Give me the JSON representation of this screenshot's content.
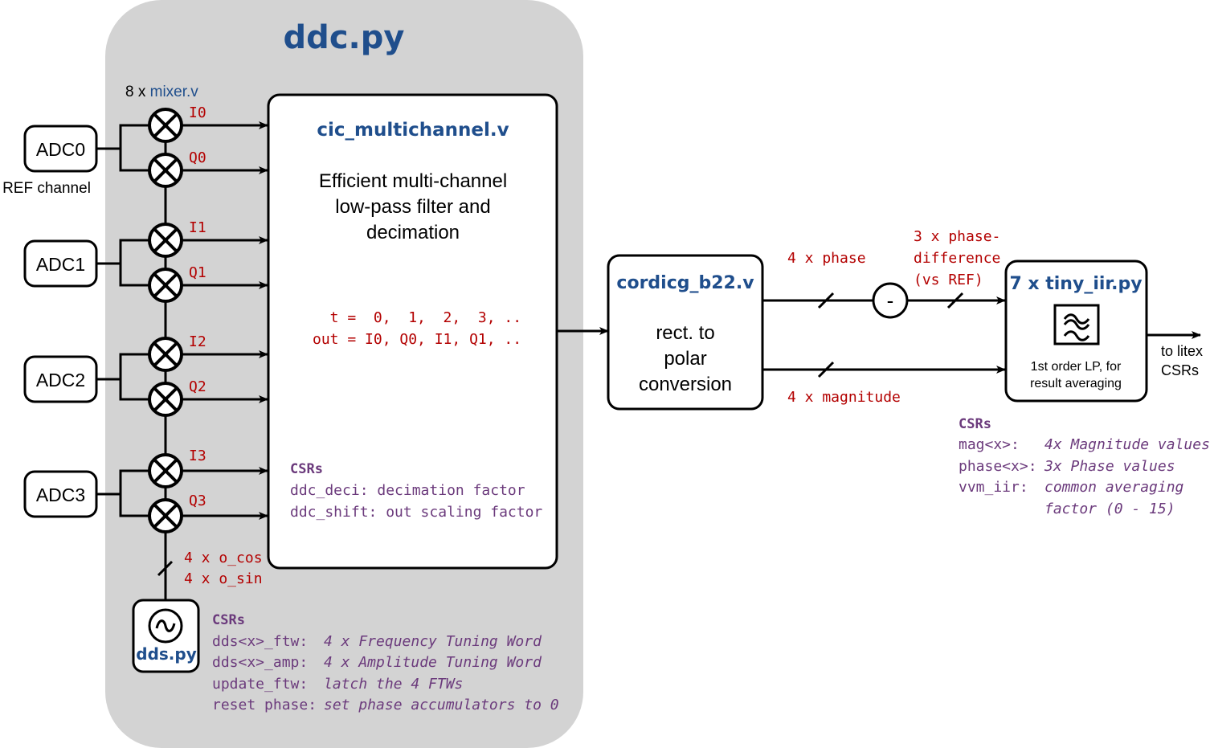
{
  "ddc": {
    "title": "ddc.py",
    "mixer_prefix": "8 x ",
    "mixer_name": "mixer.v"
  },
  "adcs": [
    {
      "label": "ADC0",
      "sub": "REF channel",
      "i": "I0",
      "q": "Q0"
    },
    {
      "label": "ADC1",
      "sub": "",
      "i": "I1",
      "q": "Q1"
    },
    {
      "label": "ADC2",
      "sub": "",
      "i": "I2",
      "q": "Q2"
    },
    {
      "label": "ADC3",
      "sub": "",
      "i": "I3",
      "q": "Q3"
    }
  ],
  "cic": {
    "title": "cic_multichannel.v",
    "desc": [
      "Efficient multi-channel",
      "low-pass filter and",
      "decimation"
    ],
    "code": [
      "  t =  0,  1,  2,  3, ..",
      "out = I0, Q0, I1, Q1, .."
    ],
    "csr_title": "CSRs",
    "csrs": [
      "ddc_deci: decimation factor",
      "ddc_shift: out scaling factor"
    ]
  },
  "dds": {
    "title": "dds.py",
    "bus_labels": [
      "4 x o_cos",
      "4 x o_sin"
    ],
    "csr_title": "CSRs",
    "csrs": [
      {
        "name": "dds<x>_ftw:",
        "desc": "4 x Frequency Tuning Word"
      },
      {
        "name": "dds<x>_amp:",
        "desc": "4 x Amplitude Tuning Word"
      },
      {
        "name": "update_ftw:",
        "desc": "latch the 4 FTWs"
      },
      {
        "name": "reset phase:",
        "desc": "set phase accumulators to 0"
      }
    ]
  },
  "cordic": {
    "title": "cordicg_b22.v",
    "desc": [
      "rect. to",
      "polar",
      "conversion"
    ]
  },
  "signals": {
    "phase": "4 x phase",
    "magnitude": "4 x magnitude",
    "subtract": "-",
    "phase_diff": [
      "3 x phase-",
      "difference",
      "(vs REF)"
    ]
  },
  "iir": {
    "title": "7 x tiny_iir.py",
    "desc": [
      "1st order LP, for",
      "result averaging"
    ],
    "output": [
      "to litex",
      "CSRs"
    ],
    "csr_title": "CSRs",
    "csrs": [
      {
        "name": "mag<x>:",
        "desc": [
          "4x Magnitude values"
        ]
      },
      {
        "name": "phase<x>:",
        "desc": [
          "3x Phase values"
        ]
      },
      {
        "name": "vvm_iir:",
        "desc": [
          "common averaging",
          "factor (0 - 15)"
        ]
      }
    ]
  }
}
